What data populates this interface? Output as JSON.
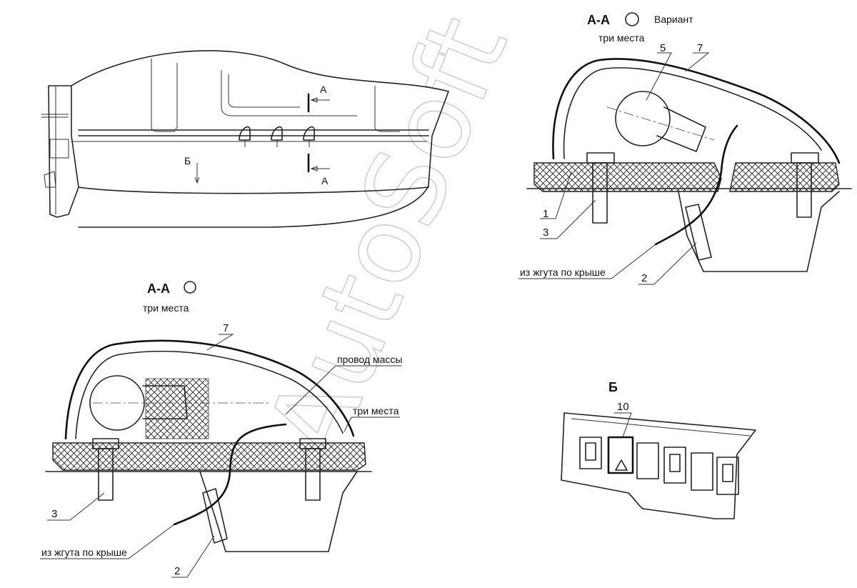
{
  "section_top": {
    "title": "А-А",
    "subtitle": "три места",
    "variant": "Вариант"
  },
  "section_bottom": {
    "title": "А-А",
    "subtitle": "три места"
  },
  "view_b": {
    "title": "Б"
  },
  "cab_view": {
    "arrow_a_top": "А",
    "arrow_a_bottom": "А",
    "arrow_b": "Б"
  },
  "callouts": {
    "top_5": "5",
    "top_7": "7",
    "top_1": "1",
    "top_3": "3",
    "top_2": "2",
    "top_harness": "из жгута по крыше",
    "bottom_7": "7",
    "bottom_ground": "провод массы",
    "bottom_three": "три места",
    "bottom_3": "3",
    "bottom_harness": "из жгута по крыше",
    "bottom_2": "2",
    "b_10": "10"
  },
  "watermark": "AutoSoft"
}
